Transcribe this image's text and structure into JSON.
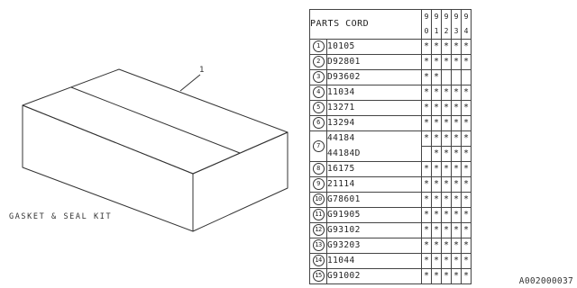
{
  "diagram": {
    "kit_label": "GASKET & SEAL KIT",
    "callout_number": "1",
    "footer_code": "A002000037"
  },
  "parts_table": {
    "header": "PARTS CORD",
    "year_columns": [
      {
        "top": "9",
        "bottom": "0"
      },
      {
        "top": "9",
        "bottom": "1"
      },
      {
        "top": "9",
        "bottom": "2"
      },
      {
        "top": "9",
        "bottom": "3"
      },
      {
        "top": "9",
        "bottom": "4"
      }
    ],
    "rows": [
      {
        "index": "1",
        "code": "10105",
        "marks": [
          "*",
          "*",
          "*",
          "*",
          "*"
        ]
      },
      {
        "index": "2",
        "code": "D92801",
        "marks": [
          "*",
          "*",
          "*",
          "*",
          "*"
        ]
      },
      {
        "index": "3",
        "code": "D93602",
        "marks": [
          "*",
          "*",
          "",
          "",
          ""
        ]
      },
      {
        "index": "4",
        "code": "11034",
        "marks": [
          "*",
          "*",
          "*",
          "*",
          "*"
        ]
      },
      {
        "index": "5",
        "code": "13271",
        "marks": [
          "*",
          "*",
          "*",
          "*",
          "*"
        ]
      },
      {
        "index": "6",
        "code": "13294",
        "marks": [
          "*",
          "*",
          "*",
          "*",
          "*"
        ]
      },
      {
        "index": "7",
        "code": "44184",
        "marks": [
          "*",
          "*",
          "*",
          "*",
          "*"
        ]
      },
      {
        "index": "",
        "code": "44184D",
        "marks": [
          "",
          "*",
          "*",
          "*",
          "*"
        ]
      },
      {
        "index": "8",
        "code": "16175",
        "marks": [
          "*",
          "*",
          "*",
          "*",
          "*"
        ]
      },
      {
        "index": "9",
        "code": "21114",
        "marks": [
          "*",
          "*",
          "*",
          "*",
          "*"
        ]
      },
      {
        "index": "10",
        "code": "G78601",
        "marks": [
          "*",
          "*",
          "*",
          "*",
          "*"
        ]
      },
      {
        "index": "11",
        "code": "G91905",
        "marks": [
          "*",
          "*",
          "*",
          "*",
          "*"
        ]
      },
      {
        "index": "12",
        "code": "G93102",
        "marks": [
          "*",
          "*",
          "*",
          "*",
          "*"
        ]
      },
      {
        "index": "13",
        "code": "G93203",
        "marks": [
          "*",
          "*",
          "*",
          "*",
          "*"
        ]
      },
      {
        "index": "14",
        "code": "11044",
        "marks": [
          "*",
          "*",
          "*",
          "*",
          "*"
        ]
      },
      {
        "index": "15",
        "code": "G91002",
        "marks": [
          "*",
          "*",
          "*",
          "*",
          "*"
        ]
      }
    ]
  }
}
